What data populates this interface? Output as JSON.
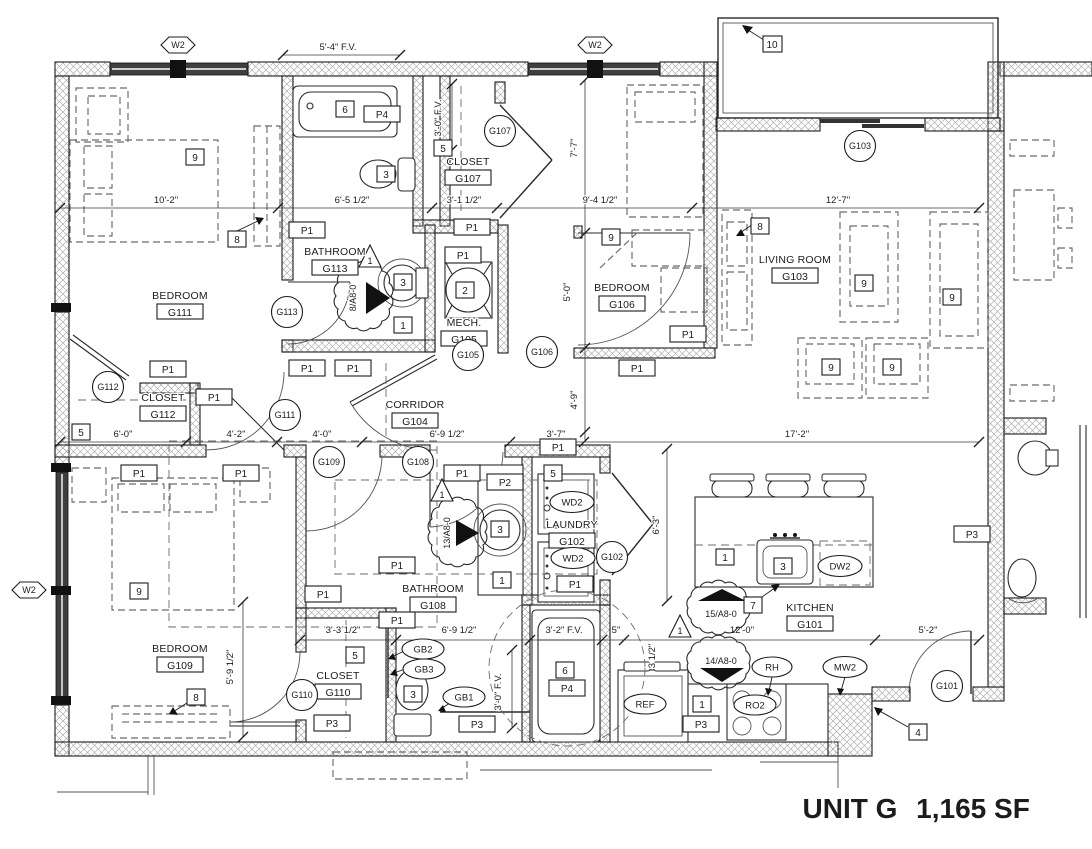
{
  "title": {
    "unit": "UNIT G",
    "area": "1,165 SF"
  },
  "rooms": {
    "g101": {
      "name": "KITCHEN",
      "id": "G101"
    },
    "g102": {
      "name": "LAUNDRY",
      "id": "G102"
    },
    "g103": {
      "name": "LIVING ROOM",
      "id": "G103"
    },
    "g104": {
      "name": "CORRIDOR",
      "id": "G104"
    },
    "g105": {
      "name": "MECH.",
      "id": "G105"
    },
    "g106": {
      "name": "BEDROOM",
      "id": "G106"
    },
    "g107": {
      "name": "CLOSET",
      "id": "G107"
    },
    "g108": {
      "name": "BATHROOM",
      "id": "G108"
    },
    "g109": {
      "name": "BEDROOM",
      "id": "G109"
    },
    "g110": {
      "name": "CLOSET",
      "id": "G110"
    },
    "g111": {
      "name": "BEDROOM",
      "id": "G111"
    },
    "g112": {
      "name": "CLOSET",
      "id": "G112"
    },
    "g113": {
      "name": "BATHROOM",
      "id": "G113"
    }
  },
  "tags": {
    "p1": "P1",
    "p2": "P2",
    "p3": "P3",
    "p4": "P4",
    "w2": "W2"
  },
  "keynotes": {
    "k1": "1",
    "k2": "2",
    "k3": "3",
    "k4": "4",
    "k5": "5",
    "k6": "6",
    "k7": "7",
    "k8": "8",
    "k9": "9",
    "k10": "10"
  },
  "equipment": {
    "wd2": "WD2",
    "dw2": "DW2",
    "ref": "REF",
    "ro2": "RO2",
    "rh": "RH",
    "mw2": "MW2",
    "gb1": "GB1",
    "gb2": "GB2",
    "gb3": "GB3"
  },
  "revisions": {
    "r8": "8/A8-0",
    "r13": "13/A8-0",
    "r14": "14/A8-0",
    "r15": "15/A8-0",
    "delta": "1"
  },
  "dims": {
    "fv54": "5'-4\" F.V.",
    "fv30": "3'-0\" F.V.",
    "fv32": "3'-2\" F.V.",
    "d102": "10'-2\"",
    "d65h": "6'-5 1/2\"",
    "d31h": "3'-1 1/2\"",
    "d94h": "9'-4 1/2\"",
    "d77": "7'-7\"",
    "d127": "12'-7\"",
    "d50": "5'-0\"",
    "d49": "4'-9\"",
    "d60": "6'-0\"",
    "d42": "4'-2\"",
    "d40": "4'-0\"",
    "d69h": "6'-9 1/2\"",
    "d37": "3'-7\"",
    "d172": "17'-2\"",
    "d63": "6'-3\"",
    "d33h": "3'-3 1/2\"",
    "d59h": "5'-9 1/2\"",
    "d120": "12'-0\"",
    "d52": "5'-2\"",
    "d3h": "3 1/2\"",
    "d5": "5\""
  }
}
